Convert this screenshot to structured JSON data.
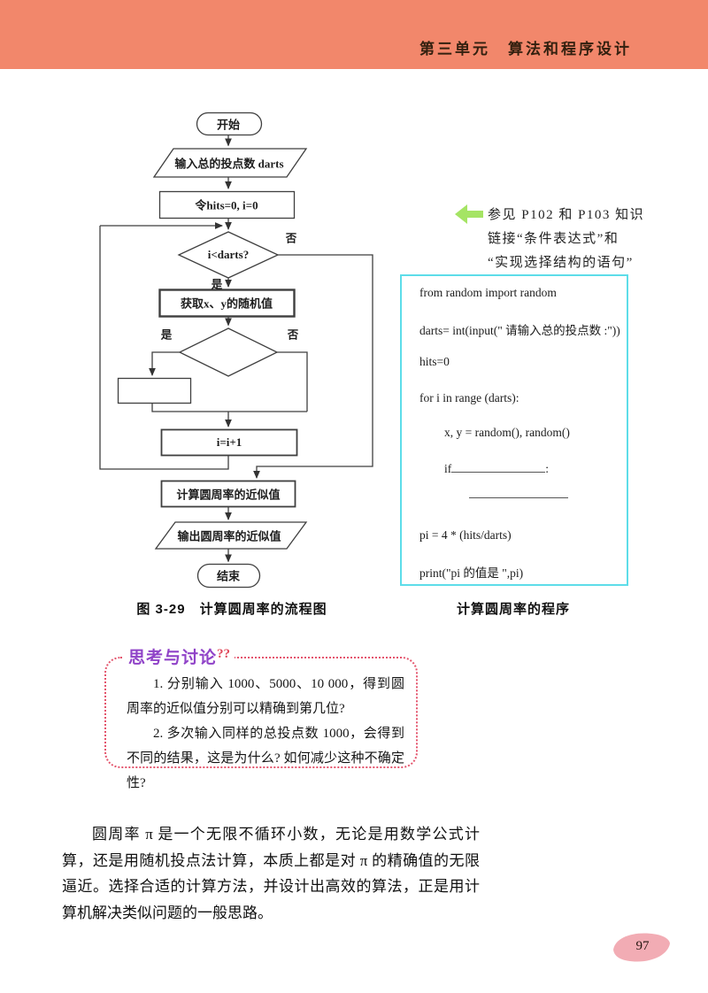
{
  "header": {
    "unit_title": "第三单元　算法和程序设计"
  },
  "flowchart": {
    "start": "开始",
    "input_darts": "输入总的投点数 darts",
    "init": "令hits=0, i=0",
    "loop_condition": "i<darts?",
    "yes": "是",
    "no": "否",
    "get_random": "获取x、y的随机值",
    "increment": "i=i+1",
    "compute": "计算圆周率的近似值",
    "output": "输出圆周率的近似值",
    "end": "结束",
    "caption": "图 3-29　计算圆周率的流程图"
  },
  "margin_note": {
    "lines": [
      "参见 P102 和 P103 知识",
      "链接“条件表达式”和",
      "“实现选择结构的语句”"
    ]
  },
  "program": {
    "caption": "计算圆周率的程序",
    "import_line": "from random import random",
    "input_line": "darts= int(input(\" 请输入总的投点数 :\"))",
    "hits_line": "hits=0",
    "for_line": "for i in range (darts):",
    "xy_line": "x, y = random(), random()",
    "if_prefix": "if",
    "if_suffix": ":",
    "pi_line": "pi = 4 * (hits/darts)",
    "print_line": "print(\"pi 的值是 \",pi)"
  },
  "discussion": {
    "title": "思考与讨论",
    "question_marks": "??",
    "item1": "1. 分别输入 1000、5000、10 000，得到圆周率的近似值分别可以精确到第几位?",
    "item2": "2. 多次输入同样的总投点数 1000，会得到不同的结果，这是为什么? 如何减少这种不确定性?"
  },
  "body_paragraph": "圆周率 π 是一个无限不循环小数，无论是用数学公式计算，还是用随机投点法计算，本质上都是对 π 的精确值的无限逼近。选择合适的计算方法，并设计出高效的算法，正是用计算机解决类似问题的一般思路。",
  "page_number": "97",
  "colors": {
    "header_bg": "#f2876b",
    "code_box_border": "#5ddde9",
    "note_arrow_green": "#a5e464",
    "discussion_border": "#e4556d",
    "discussion_title": "#9043c8",
    "question_marks": "#e0485a",
    "page_badge": "#f2acb4"
  }
}
